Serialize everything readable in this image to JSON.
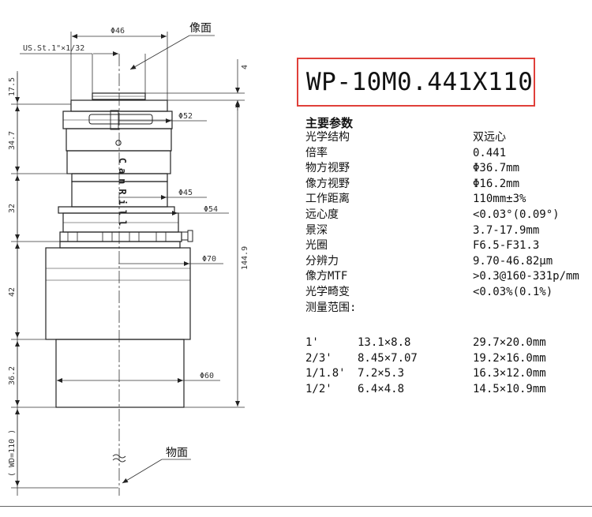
{
  "model": "WP-10M0.441X110",
  "drawing": {
    "labels": {
      "image_plane": "像面",
      "object_plane": "物面"
    },
    "dims": {
      "d46": "Φ46",
      "mount": "US.St.1\"×1/32",
      "d52": "Φ52",
      "d45": "Φ45",
      "d54": "Φ54",
      "d70": "Φ70",
      "d60": "Φ60",
      "h4": "4",
      "h17_5": "17.5",
      "h34_7": "34.7",
      "h32": "32",
      "h42": "42",
      "h36_2": "36.2",
      "h144_9": "144.9",
      "wd": "( WD=110 )"
    },
    "ring_text": "CanRill"
  },
  "specs": {
    "heading": "主要参数",
    "rows": [
      {
        "key": "光学结构",
        "value": "双远心"
      },
      {
        "key": "倍率",
        "value": "0.441"
      },
      {
        "key": "物方视野",
        "value": "Φ36.7mm"
      },
      {
        "key": "像方视野",
        "value": "Φ16.2mm"
      },
      {
        "key": "工作距离",
        "value": "110mm±3%"
      },
      {
        "key": "远心度",
        "value": "<0.03°(0.09°)"
      },
      {
        "key": "景深",
        "value": "3.7-17.9mm"
      },
      {
        "key": "光圈",
        "value": "F6.5-F31.3"
      },
      {
        "key": "分辨力",
        "value": "9.70-46.82μm"
      },
      {
        "key": "像方MTF",
        "value": ">0.3@160-331p/mm"
      },
      {
        "key": "光学畸变",
        "value": "<0.03%(0.1%)"
      }
    ],
    "measure_label": "测量范围:",
    "measure_rows": [
      {
        "sensor": "1'",
        "image": "13.1×8.8",
        "object": "29.7×20.0mm"
      },
      {
        "sensor": "2/3'",
        "image": "8.45×7.07",
        "object": "19.2×16.0mm"
      },
      {
        "sensor": "1/1.8'",
        "image": "7.2×5.3",
        "object": "16.3×12.0mm"
      },
      {
        "sensor": "1/2'",
        "image": "6.4×4.8",
        "object": "14.5×10.9mm"
      }
    ]
  }
}
